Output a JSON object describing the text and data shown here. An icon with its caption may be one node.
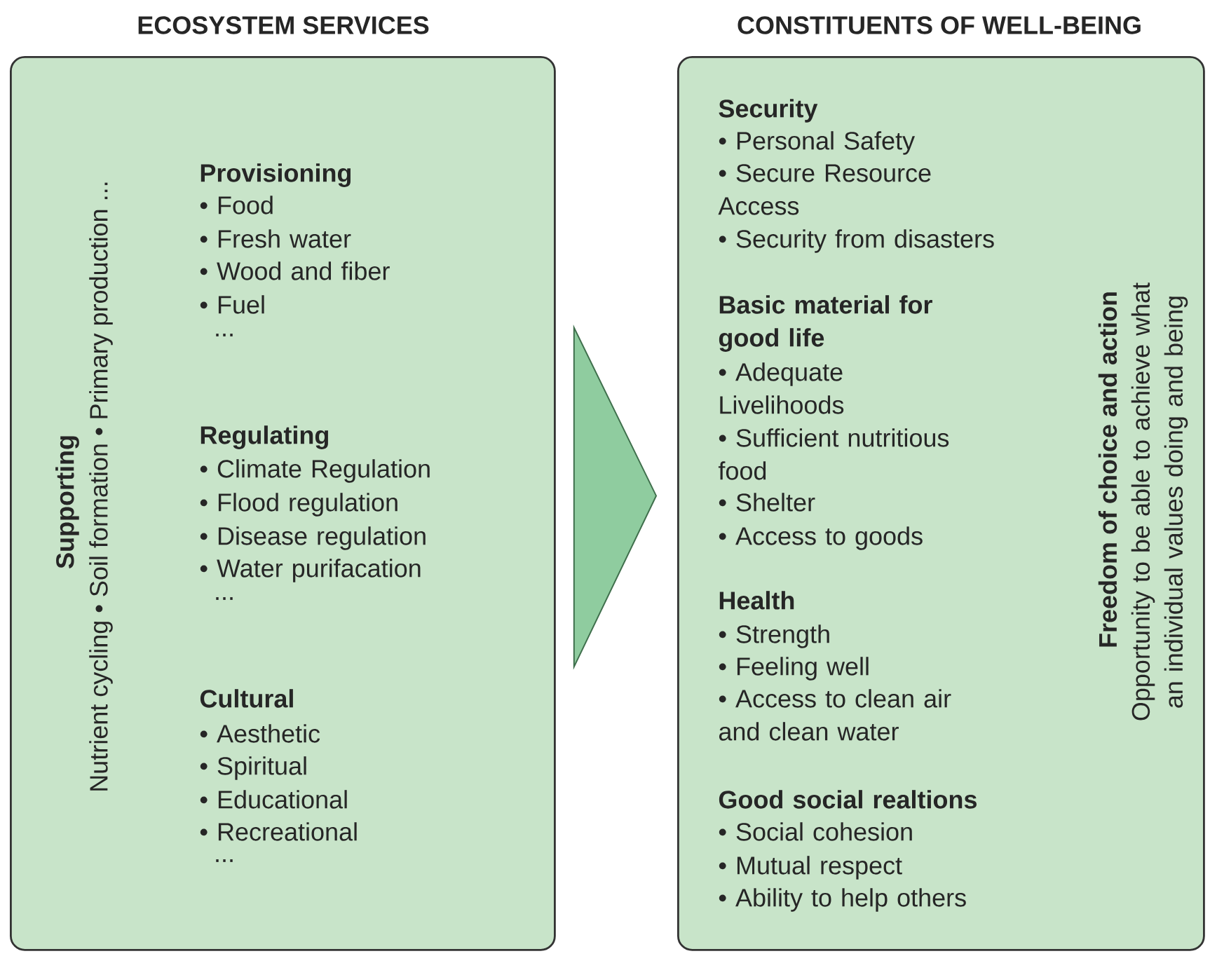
{
  "diagram": {
    "nodes": [
      {
        "text": [
          "ECOSYSTEM SERVICES",
          "Supporting",
          "Nutrient cycling • Soil formation • Primary production ...",
          "Provisioning",
          "• Food",
          "• Fresh water",
          "• Wood and fiber",
          "• Fuel",
          "...",
          "Regulating",
          "• Climate Regulation",
          "• Flood regulation",
          "• Disease regulation",
          "• Water purifacation",
          "...",
          "Cultural",
          "• Aesthetic",
          "• Spiritual",
          "• Educational",
          "• Recreational",
          "..."
        ]
      },
      {
        "text": [
          "CONSTITUENTS OF WELL-BEING",
          "Security",
          "• Personal Safety",
          "• Secure Resource Access",
          "• Security from disasters",
          "Basic material for good life",
          "• Adequate Livelihoods",
          "• Sufficient nutritious food",
          "• Shelter",
          "• Access to goods",
          "Health",
          "• Strength",
          "• Feeling well",
          "• Access to clean air and clean water",
          "Good social realtions",
          "• Social cohesion",
          "• Mutual respect",
          "• Ability to help others",
          "Freedom of choice and action",
          "Opportunity to be able to achieve what an individual values doing and being"
        ]
      }
    ],
    "edges": [
      {
        "from": 0,
        "to": 1,
        "arrow": "to"
      }
    ]
  }
}
